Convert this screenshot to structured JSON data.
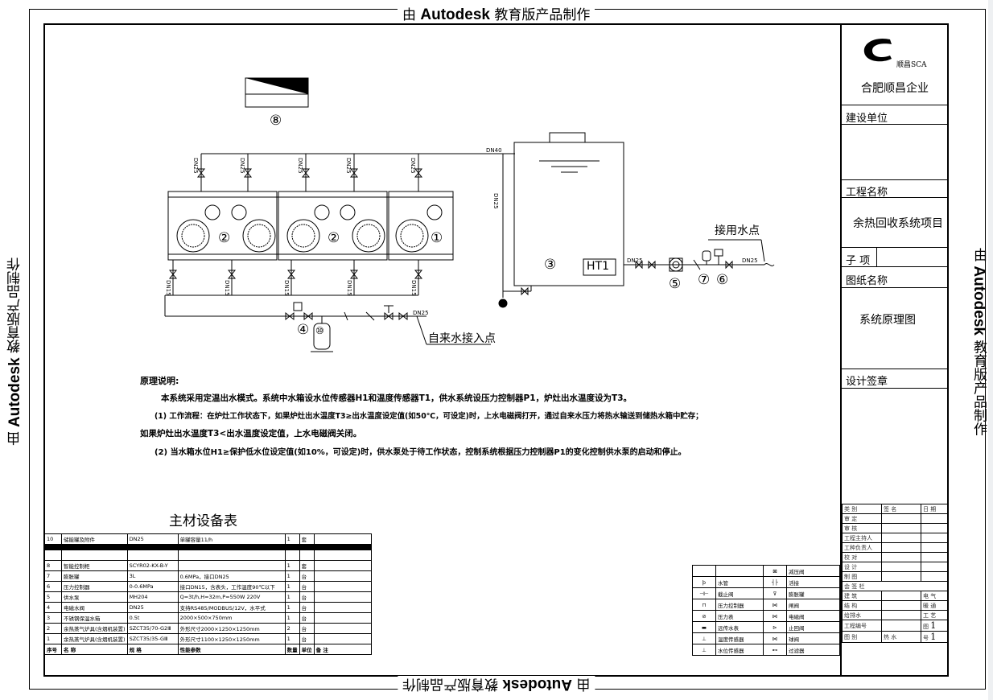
{
  "watermark": {
    "prefix": "由",
    "brand": "Autodesk",
    "suffix": "教育版产品制作"
  },
  "title_block": {
    "company": "合肥顺昌企业",
    "logo_text": "顺昌SCA",
    "build_unit_label": "建设单位",
    "project_name_label": "工程名称",
    "project_name": "余热回收系统项目",
    "sub_item_label": "子 项",
    "drawing_name_label": "图纸名称",
    "drawing_name": "系统原理图",
    "design_seal_label": "设计签章",
    "sign_header": [
      "类 别",
      "签 名",
      "日 期"
    ],
    "sign_rows": [
      "审 定",
      "审 核",
      "工程主持人",
      "工种负责人",
      "校 对",
      "设 计",
      "制 图"
    ],
    "countersign": "会 签 栏",
    "disciplines": [
      [
        "建 筑",
        "电 气"
      ],
      [
        "结 构",
        "暖 通"
      ],
      [
        "给排水",
        "工 艺"
      ]
    ],
    "drawing_no_label": "工程编号",
    "drawing_category": "图 别",
    "drawing_category_value": "热 水",
    "sheet_label": "图",
    "number_label": "号",
    "sheet_no": "1",
    "number_value": "1"
  },
  "diagram": {
    "markers": [
      "⑧",
      "②",
      "②",
      "①",
      "③",
      "④",
      "⑩",
      "⑤",
      "⑦",
      "⑥"
    ],
    "ht_label": "HT1",
    "use_point_label": "接用水点",
    "inlet_label": "自来水接入点",
    "pipe_labels": {
      "dn40": "DN40",
      "dn25": "DN25",
      "dn15": "DN15"
    }
  },
  "notes": {
    "title": "原理说明:",
    "lines": [
      "本系统采用定温出水模式。系统中水箱设水位传感器H1和温度传感器T1，供水系统设压力控制器P1，炉灶出水温度设为T3。",
      "(1) 工作流程：在炉灶工作状态下，如果炉灶出水温度T3≥出水温度设定值(如50℃，可设定)时，上水电磁阀打开，通过自来水压力将热水输送到储热水箱中贮存；",
      "如果炉灶出水温度T3<出水温度设定值，上水电磁阀关闭。",
      "(2) 当水箱水位H1≥保护低水位设定值(如10%，可设定)时，供水泵处于待工作状态，控制系统根据压力控制器P1的变化控制供水泵的启动和停止。"
    ]
  },
  "material_table": {
    "title": "主材设备表",
    "header": [
      "序号",
      "名 称",
      "规 格",
      "性能参数",
      "数量",
      "单位",
      "备 注"
    ],
    "rows": [
      [
        "10",
        "储能罐及附件",
        "DN25",
        "单罐容量11/h",
        "1",
        "套",
        ""
      ],
      [
        "",
        "",
        "",
        "",
        "",
        "",
        ""
      ],
      [
        "8",
        "智能控制柜",
        "SCYR02-KX-B-Y",
        "",
        "1",
        "套",
        ""
      ],
      [
        "7",
        "膨胀罐",
        "3L",
        "0.6MPa，接口DN25",
        "1",
        "台",
        ""
      ],
      [
        "6",
        "压力控制器",
        "0-0.6MPa",
        "接口DN15，含表头，工作温度90℃以下",
        "1",
        "台",
        ""
      ],
      [
        "5",
        "供水泵",
        "MH204",
        "Q=3t/h,H=32m,P=550W 220V",
        "1",
        "台",
        ""
      ],
      [
        "4",
        "电磁水阀",
        "DN25",
        "支持RS485/MODBUS/12V，水平式",
        "1",
        "台",
        ""
      ],
      [
        "3",
        "不锈钢保温水箱",
        "0.5t",
        "2000×500×750mm",
        "1",
        "台",
        ""
      ],
      [
        "2",
        "余热蒸气炉具(含烟机装置)",
        "SZCT35/70-G2Ⅲ",
        "外形尺寸2000×1250×1250mm",
        "2",
        "台",
        ""
      ],
      [
        "1",
        "余热蒸气炉具(含烟机装置)",
        "SZCT35/35-GⅢ",
        "外形尺寸1100×1250×1250mm",
        "1",
        "台",
        ""
      ]
    ]
  },
  "legend": {
    "rows": [
      [
        "",
        "",
        "",
        "减压阀"
      ],
      [
        "ϸ",
        "水管",
        "",
        "活接"
      ],
      [
        "",
        "截止阀",
        "",
        "膨胀罐"
      ],
      [
        "",
        "压力控制器",
        "",
        "闸阀"
      ],
      [
        "",
        "压力表",
        "",
        "电磁阀"
      ],
      [
        "",
        "远传水表",
        "",
        "止回阀"
      ],
      [
        "",
        "温度传感器",
        "",
        "球阀"
      ],
      [
        "",
        "水位传感器",
        "",
        "过滤器"
      ]
    ]
  }
}
